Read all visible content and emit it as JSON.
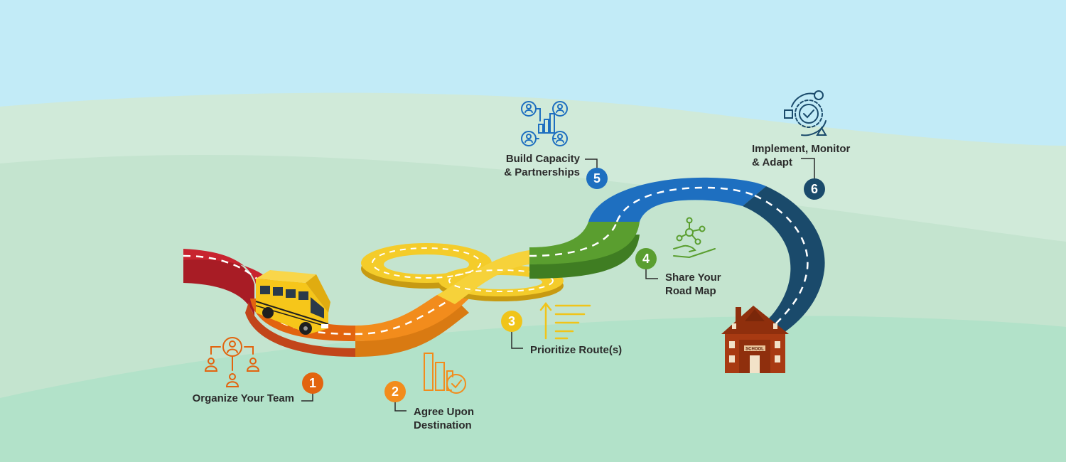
{
  "steps": [
    {
      "number": "1",
      "label_lines": [
        "Organize Your Team"
      ],
      "color": "#e2640f",
      "icon": "team-org-icon"
    },
    {
      "number": "2",
      "label_lines": [
        "Agree Upon",
        "Destination"
      ],
      "color": "#f28c1c",
      "icon": "bars-check-icon"
    },
    {
      "number": "3",
      "label_lines": [
        "Prioritize Route(s)"
      ],
      "color": "#f0c419",
      "icon": "priority-arrow-icon"
    },
    {
      "number": "4",
      "label_lines": [
        "Share Your",
        "Road Map"
      ],
      "color": "#5a9e2f",
      "icon": "hand-network-icon"
    },
    {
      "number": "5",
      "label_lines": [
        "Build Capacity",
        "& Partnerships"
      ],
      "color": "#1e6fc0",
      "icon": "people-growth-icon"
    },
    {
      "number": "6",
      "label_lines": [
        "Implement, Monitor",
        "& Adapt"
      ],
      "color": "#1a4a6b",
      "icon": "cycle-gear-check-icon"
    }
  ],
  "school_sign": "SCHOOL",
  "colors": {
    "sky": "#c2ebf7",
    "hill_back": "#d0ead9",
    "hill_mid": "#c4e4cf",
    "hill_front": "#b2e2c9",
    "road_red": "#c8242f",
    "road_dash": "#ffffff",
    "bus": "#f6c61a",
    "school_brick": "#a83a12"
  }
}
